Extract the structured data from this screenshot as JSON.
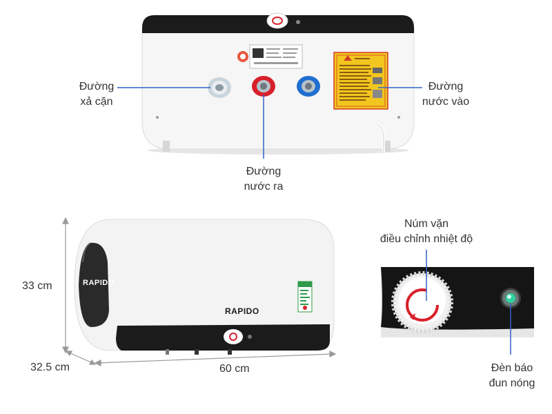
{
  "colors": {
    "leader_line": "#2f62c8",
    "body_white": "#f4f4f4",
    "trim_black": "#1b1b1b",
    "hot_outlet": "#d8202a",
    "cold_inlet": "#1f6fd0",
    "warning_label": "#f2c61e",
    "indicator_light": "#2fd2a0"
  },
  "top_view": {
    "drain_label": [
      "Đường",
      "xả cặn"
    ],
    "inlet_label": [
      "Đường",
      "nước vào"
    ],
    "outlet_label": [
      "Đường",
      "nước ra"
    ]
  },
  "front_view": {
    "brand": "RAPIDO",
    "height_label": "33 cm",
    "depth_label": "32.5 cm",
    "width_label": "60 cm"
  },
  "detail_view": {
    "knob_label": [
      "Núm vặn",
      "điều chỉnh nhiệt độ"
    ],
    "light_label": [
      "Đèn báo",
      "đun nóng"
    ]
  }
}
